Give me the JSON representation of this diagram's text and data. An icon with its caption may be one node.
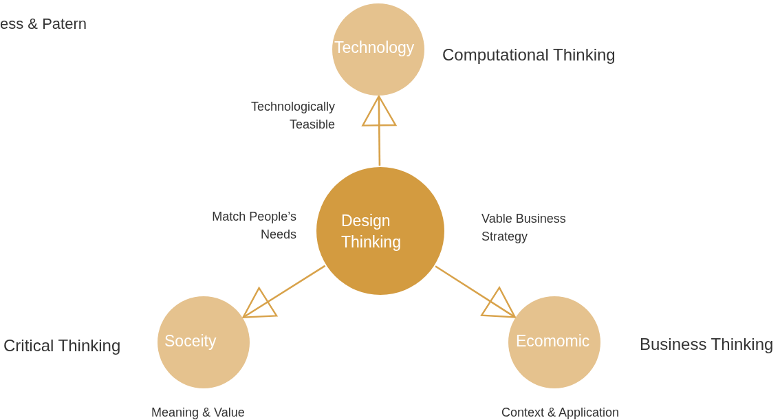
{
  "diagram": {
    "nodes": [
      {
        "text": [
          "Technology"
        ],
        "beside": [
          "Computational Thinking"
        ]
      },
      {
        "text": [
          "Design Thinking"
        ]
      },
      {
        "text": [
          "Soceity"
        ],
        "beside": [
          "Critical Thinking",
          "Meaning & Value"
        ]
      },
      {
        "text": [
          "Ecomomic"
        ],
        "beside": [
          "Business Thinking",
          "Context & Application"
        ]
      }
    ],
    "edges": [
      {
        "from": 1,
        "to": 0,
        "arrow": "to",
        "label": "Technologically Teasible"
      },
      {
        "from": 1,
        "to": 2,
        "arrow": "to",
        "label": "Match People’s Needs"
      },
      {
        "from": 1,
        "to": 3,
        "arrow": "to",
        "label": "Vable Business Strategy"
      }
    ],
    "labels": [
      "ess & Patern"
    ]
  }
}
